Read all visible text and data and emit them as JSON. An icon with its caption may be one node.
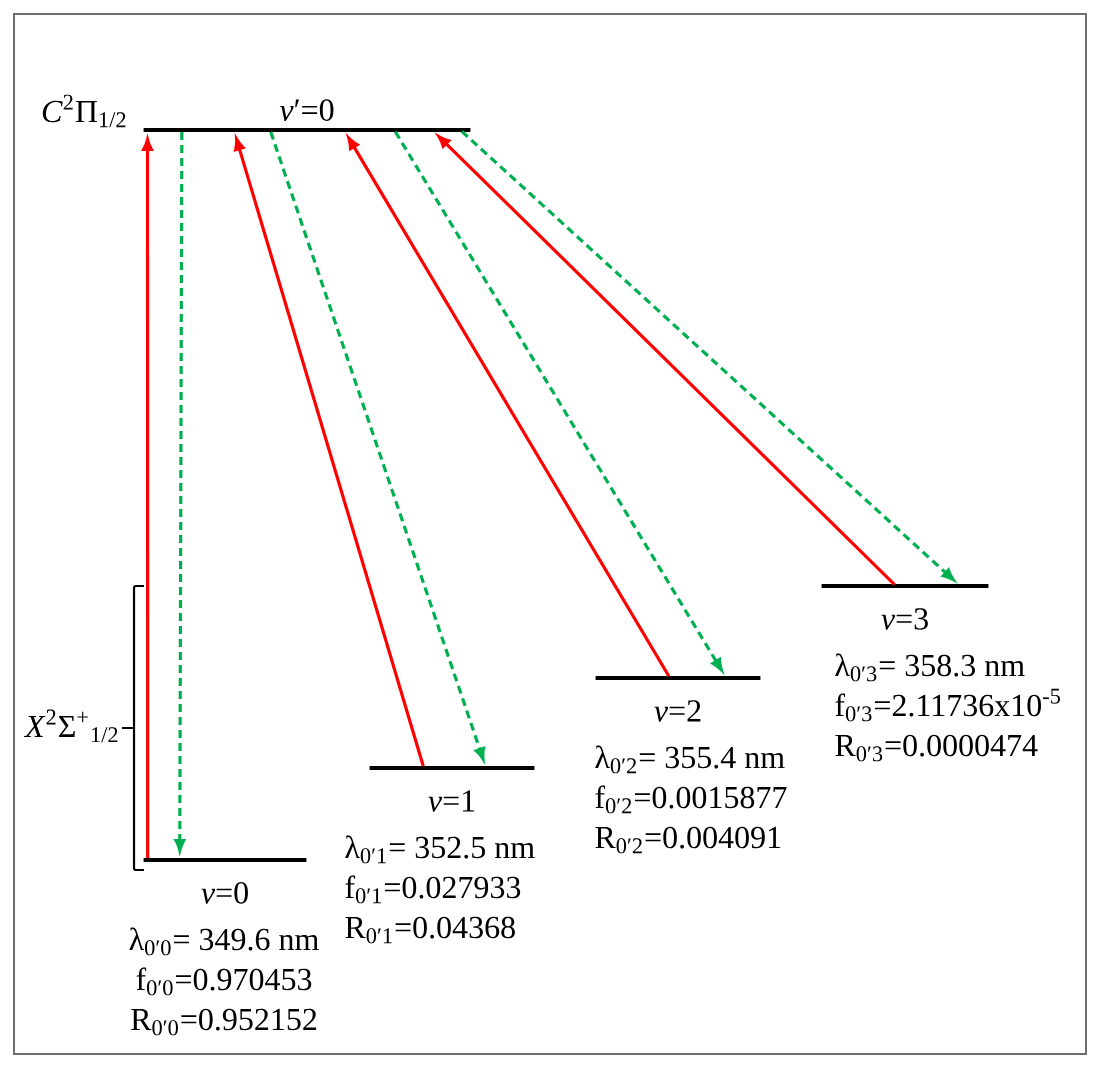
{
  "diagram": {
    "nodes": [
      {
        "text": [
          "*v*′=0"
        ],
        "beside": [
          "*C*$^{2}$Π$_{1/2}$"
        ]
      },
      {
        "text": [
          "*v*=0"
        ],
        "beside": [
          "λ$_{0′0}$= 349.6 nm",
          "f$_{0′0}$=0.970453",
          "R$_{0′0}$=0.952152"
        ]
      },
      {
        "text": [
          "*v*=1"
        ],
        "beside": [
          "λ$_{0′1}$= 352.5 nm",
          "f$_{0′1}$=0.027933",
          "R$_{0′1}$=0.04368"
        ]
      },
      {
        "text": [
          "*v*=2"
        ],
        "beside": [
          "λ$_{0′2}$= 355.4 nm",
          "f$_{0′2}$=0.0015877",
          "R$_{0′2}$=0.004091"
        ]
      },
      {
        "text": [
          "*v*=3"
        ],
        "beside": [
          "λ$_{0′3}$= 358.3 nm",
          "f$_{0′3}$=2.11736x10$^{-5}$",
          "R$_{0′3}$=0.0000474"
        ]
      }
    ],
    "edges": [
      {
        "from": 1,
        "to": 0,
        "arrow": "to",
        "color": "#ff0000"
      },
      {
        "from": 0,
        "to": 1,
        "arrow": "to",
        "style": "dashed",
        "color": "#00b050"
      },
      {
        "from": 2,
        "to": 0,
        "arrow": "to",
        "color": "#ff0000"
      },
      {
        "from": 0,
        "to": 2,
        "arrow": "to",
        "style": "dashed",
        "color": "#00b050"
      },
      {
        "from": 3,
        "to": 0,
        "arrow": "to",
        "color": "#ff0000"
      },
      {
        "from": 0,
        "to": 3,
        "arrow": "to",
        "style": "dashed",
        "color": "#00b050"
      },
      {
        "from": 4,
        "to": 0,
        "arrow": "to",
        "color": "#ff0000"
      },
      {
        "from": 0,
        "to": 4,
        "arrow": "to",
        "style": "dashed",
        "color": "#00b050"
      }
    ],
    "labels": [
      "*X*$^{2}$Σ$^{+}$$_{1/2}$"
    ]
  }
}
